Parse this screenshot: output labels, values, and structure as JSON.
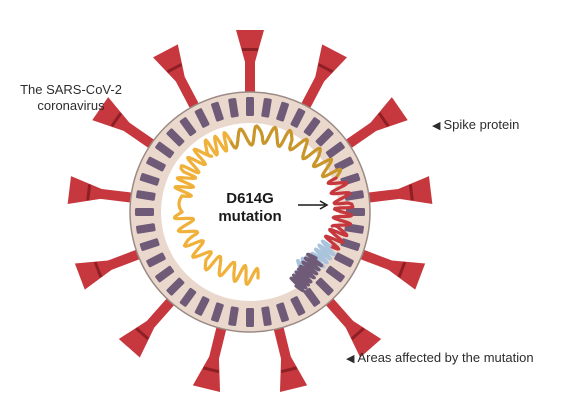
{
  "labels": {
    "virus_name_line1": "The SARS-CoV-2",
    "virus_name_line2": "coronavirus",
    "spike_protein": "Spike protein",
    "areas_affected": "Areas affected by the mutation",
    "mutation_line1": "D614G",
    "mutation_line2": "mutation",
    "pointer_glyph": "◀"
  },
  "colors": {
    "envelope": "#ead8cc",
    "envelope_outline": "#9b8b86",
    "membrane_protein": "#6f5a78",
    "spike": "#c7373e",
    "spike_band": "#8e1f24",
    "rna_yellow": "#f0b13a",
    "rna_gold": "#c9962b",
    "rna_red": "#c7373e",
    "rna_blue": "#a9c4dc",
    "rna_purple": "#6f5a78"
  }
}
